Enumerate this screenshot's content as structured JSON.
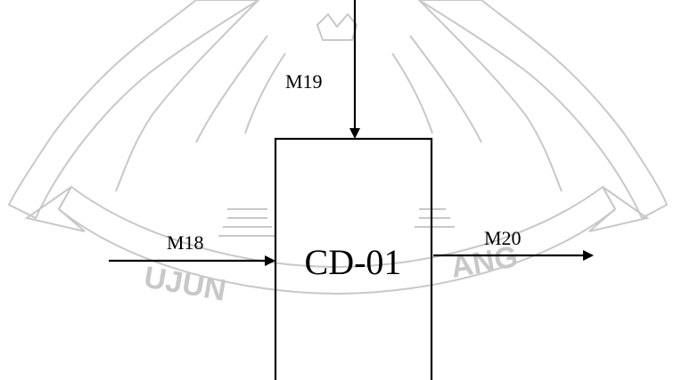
{
  "diagram": {
    "box": {
      "label": "CD-01"
    },
    "streams": {
      "top": {
        "label": "M19",
        "direction": "in"
      },
      "left": {
        "label": "M18",
        "direction": "in"
      },
      "right": {
        "label": "M20",
        "direction": "out"
      }
    }
  },
  "watermark": {
    "text_left": "UJUN",
    "text_right": "ANG"
  },
  "colors": {
    "line": "#000000",
    "watermark": "#c8c8c8"
  }
}
